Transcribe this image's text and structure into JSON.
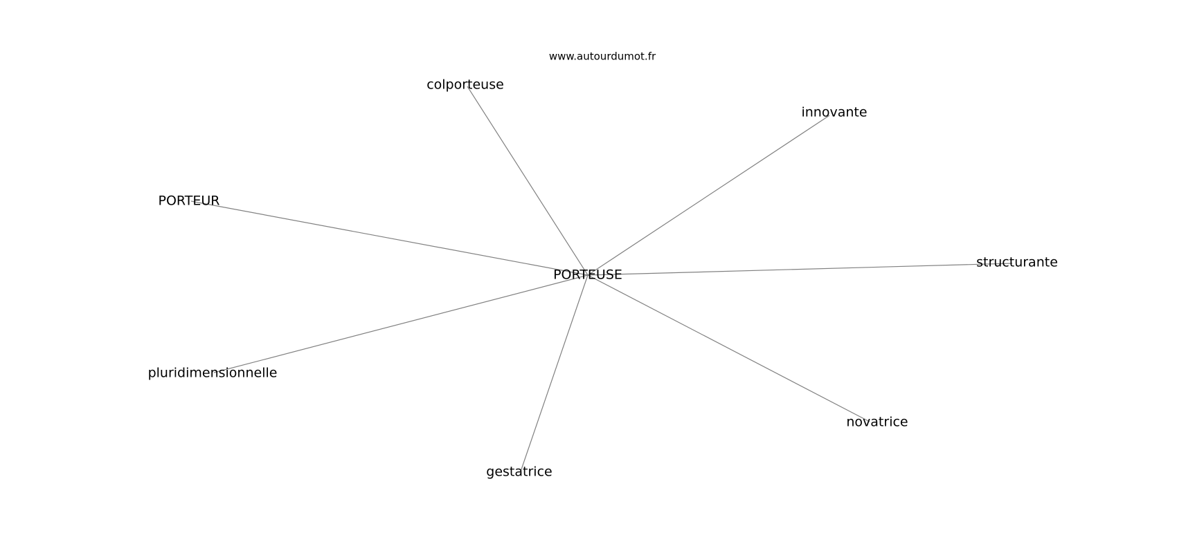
{
  "source_text": "www.autourdumot.fr",
  "graph": {
    "center": {
      "id": "center",
      "label": "PORTEUSE"
    },
    "nodes": [
      {
        "id": "colporteuse",
        "label": "colporteuse"
      },
      {
        "id": "innovante",
        "label": "innovante"
      },
      {
        "id": "porteur",
        "label": "PORTEUR"
      },
      {
        "id": "structurante",
        "label": "structurante"
      },
      {
        "id": "pluridimensionnelle",
        "label": "pluridimensionnelle"
      },
      {
        "id": "novatrice",
        "label": "novatrice"
      },
      {
        "id": "gestatrice",
        "label": "gestatrice"
      }
    ],
    "edges": [
      {
        "from": "center",
        "to": "colporteuse"
      },
      {
        "from": "center",
        "to": "innovante"
      },
      {
        "from": "center",
        "to": "porteur"
      },
      {
        "from": "center",
        "to": "structurante"
      },
      {
        "from": "center",
        "to": "pluridimensionnelle"
      },
      {
        "from": "center",
        "to": "novatrice"
      },
      {
        "from": "center",
        "to": "gestatrice"
      }
    ]
  },
  "colors": {
    "edge": "#808080",
    "text": "#000000",
    "background": "#ffffff"
  }
}
